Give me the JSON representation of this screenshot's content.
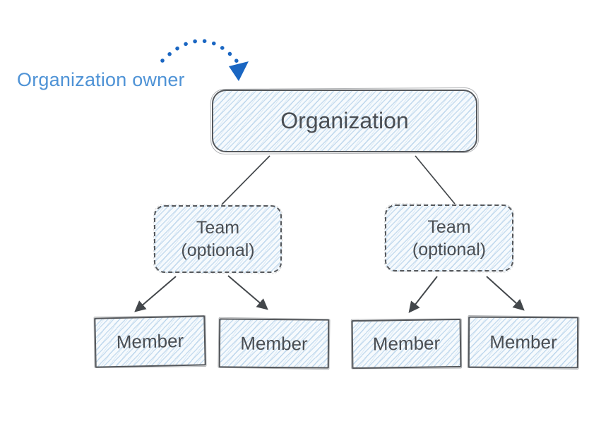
{
  "annotation": {
    "label": "Organization owner"
  },
  "nodes": {
    "organization": {
      "label": "Organization"
    },
    "team_left": {
      "line1": "Team",
      "line2": "(optional)"
    },
    "team_right": {
      "line1": "Team",
      "line2": "(optional)"
    },
    "members": [
      {
        "label": "Member"
      },
      {
        "label": "Member"
      },
      {
        "label": "Member"
      },
      {
        "label": "Member"
      }
    ]
  },
  "edges": [
    {
      "from": "organization-owner-label",
      "to": "organization",
      "style": "dotted-curved-arrow"
    },
    {
      "from": "organization",
      "to": "team-left",
      "style": "plain-line"
    },
    {
      "from": "organization",
      "to": "team-right",
      "style": "plain-line"
    },
    {
      "from": "team-left",
      "to": "member-1",
      "style": "arrow"
    },
    {
      "from": "team-left",
      "to": "member-2",
      "style": "arrow"
    },
    {
      "from": "team-right",
      "to": "member-3",
      "style": "arrow"
    },
    {
      "from": "team-right",
      "to": "member-4",
      "style": "arrow"
    }
  ],
  "colors": {
    "annotation_text": "#4f93d6",
    "dotted_arrow": "#1a66c2",
    "box_border": "#55585c",
    "box_text": "#4a4e53",
    "connector": "#43474b",
    "box_fill_base": "#f6fafd",
    "box_fill_hatch": "#96bee1",
    "background": "#ffffff"
  }
}
